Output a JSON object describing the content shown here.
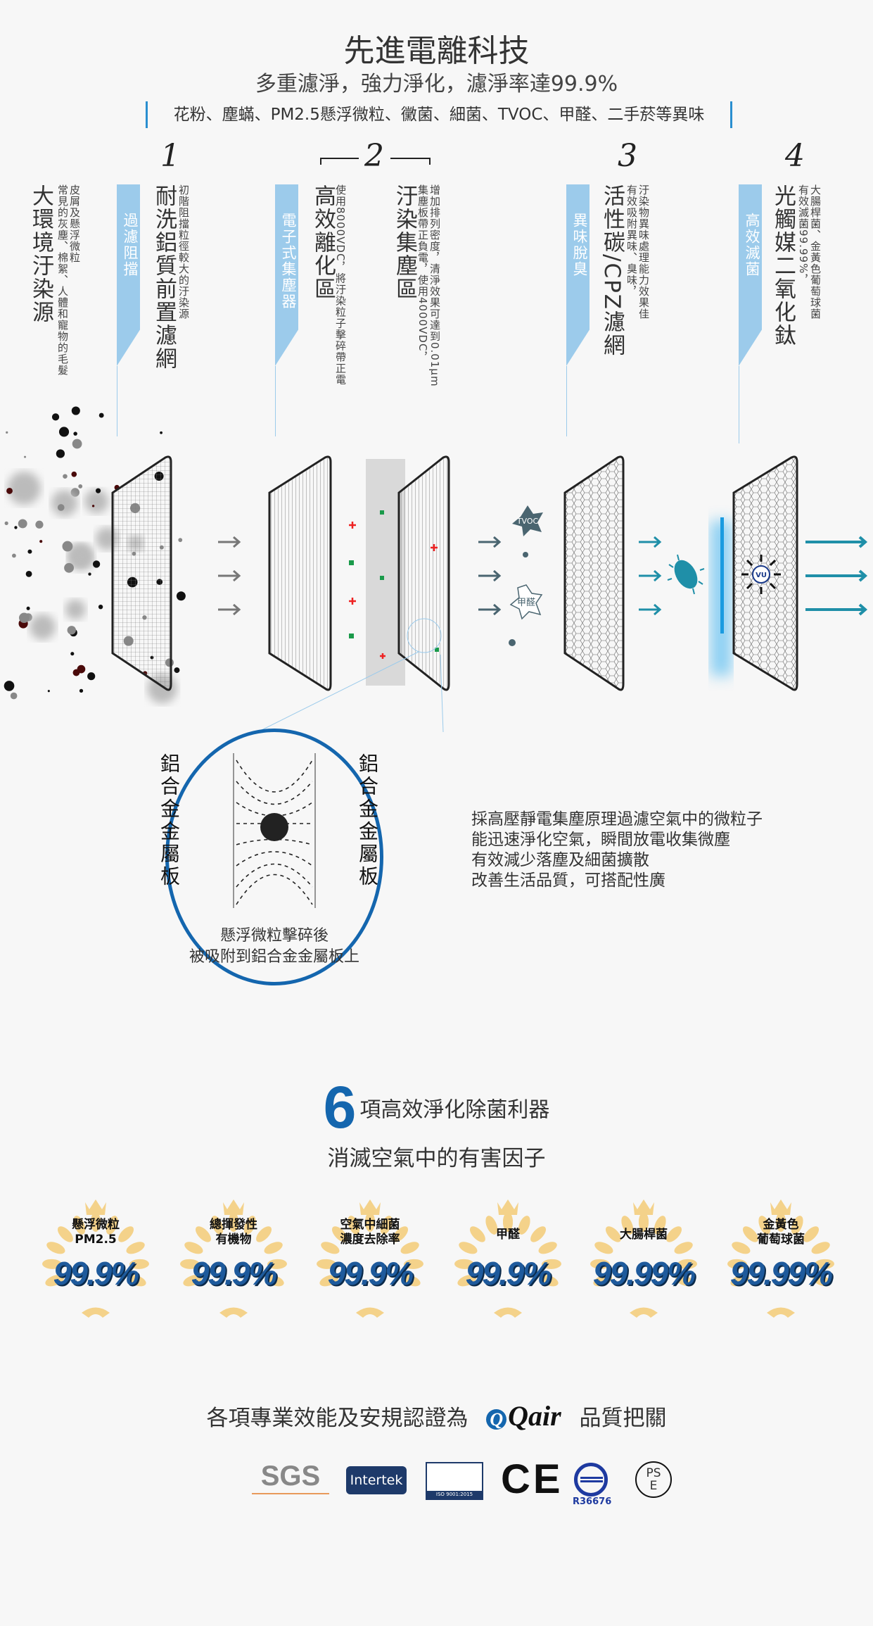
{
  "header": {
    "title": "先進電離科技",
    "subtitle": "多重濾淨，強力淨化，濾淨率達99.9%",
    "keywords": "花粉、塵蟎、PM2.5懸浮微粒、黴菌、細菌、TVOC、甲醛、二手菸等異味"
  },
  "steps": {
    "n1": "1",
    "n2": "2",
    "n3": "3",
    "n4": "4"
  },
  "source": {
    "title": "大環境汙染源",
    "desc": "皮屑及懸浮微粒\n常見的灰塵、棉絮、人體和寵物的毛髮"
  },
  "stage1": {
    "tag": "過濾阻擋",
    "title": "耐洗鋁質前置濾網",
    "desc": "初階阻擋粒徑較大的汙染源"
  },
  "stage2a": {
    "tag": "電子式集塵器",
    "title": "高效離化區",
    "desc": "使用8000VDC，將汙染粒子擊碎帶正電"
  },
  "stage2b": {
    "title": "汙染集塵區",
    "desc": "增加排列密度，清淨效果可達到0.01μm\n集塵板帶正負電，使用4000VDC，"
  },
  "stage3": {
    "tag": "異味脫臭",
    "title": "活性碳/CPZ濾網",
    "desc": "汙染物異味處理能力效果佳\n有效吸附異味、臭味，"
  },
  "stage4": {
    "tag": "高效滅菌",
    "title": "光觸媒二氧化鈦",
    "desc": "大腸桿菌、金黃色葡萄球菌\n有效滅菌99.99%，"
  },
  "diagram": {
    "tvoc": "TVOC",
    "formaldehyde": "甲醛",
    "uv": "VU"
  },
  "zoom": {
    "plate_left": "鋁合金金屬板",
    "plate_right": "鋁合金金屬板",
    "caption1": "懸浮微粒擊碎後",
    "caption2": "被吸附到鋁合金金屬板上"
  },
  "explain": [
    "採高壓靜電集塵原理過濾空氣中的微粒子",
    "能迅速淨化空氣，瞬間放電收集微塵",
    "有效減少落塵及細菌擴散",
    "改善生活品質，可搭配性廣"
  ],
  "features": {
    "count": "6",
    "title": "項高效淨化除菌利器",
    "subtitle": "消滅空氣中的有害因子"
  },
  "badges": [
    {
      "label": "懸浮微粒\nPM2.5",
      "value": "99.9%"
    },
    {
      "label": "總揮發性\n有機物",
      "value": "99.9%"
    },
    {
      "label": "空氣中細菌\n濃度去除率",
      "value": "99.9%"
    },
    {
      "label": "甲醛",
      "value": "99.9%"
    },
    {
      "label": "大腸桿菌",
      "value": "99.99%"
    },
    {
      "label": "金黃色\n葡萄球菌",
      "value": "99.99%"
    }
  ],
  "cert": {
    "prefix": "各項專業效能及安規認證為",
    "brand": "QQair",
    "brand_q": "Q",
    "brand_rest": "Qair",
    "suffix": "品質把關"
  },
  "logos": {
    "sgs": "SGS",
    "intertek": "Intertek",
    "iso": "ISO 9001:2015",
    "ce": "CE",
    "bsmi": "R36676",
    "pse": "PS\nE"
  },
  "colors": {
    "accent": "#1466ae",
    "tag": "#9ccbeb",
    "teal": "#1f8fa8"
  }
}
